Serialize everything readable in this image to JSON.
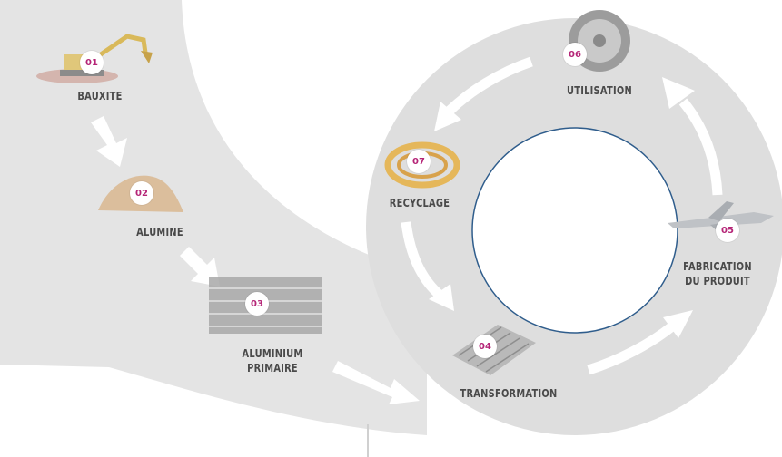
{
  "steps": [
    {
      "num": "01",
      "label": "BAUXITE",
      "icon": "excavator-icon"
    },
    {
      "num": "02",
      "label": "ALUMINE",
      "icon": "alumina-pile-icon"
    },
    {
      "num": "03",
      "label": "ALUMINIUM PRIMAIRE",
      "line1": "ALUMINIUM",
      "line2": "PRIMAIRE",
      "icon": "aluminium-ingots-icon"
    },
    {
      "num": "04",
      "label": "TRANSFORMATION",
      "icon": "aluminium-tubes-icon"
    },
    {
      "num": "05",
      "label": "FABRICATION DU PRODUIT",
      "line1": "FABRICATION",
      "line2": "DU PRODUIT",
      "icon": "airplane-icon"
    },
    {
      "num": "06",
      "label": "UTILISATION",
      "icon": "wheel-rim-icon"
    },
    {
      "num": "07",
      "label": "RECYCLAGE",
      "icon": "recycled-coil-icon"
    }
  ],
  "colors": {
    "band": "#e3e3e3",
    "ring": "#dedede",
    "arrow": "#ffffff",
    "badge_text": "#b52577",
    "label": "#4a4a4a",
    "center_outline": "#2f5d8c"
  }
}
